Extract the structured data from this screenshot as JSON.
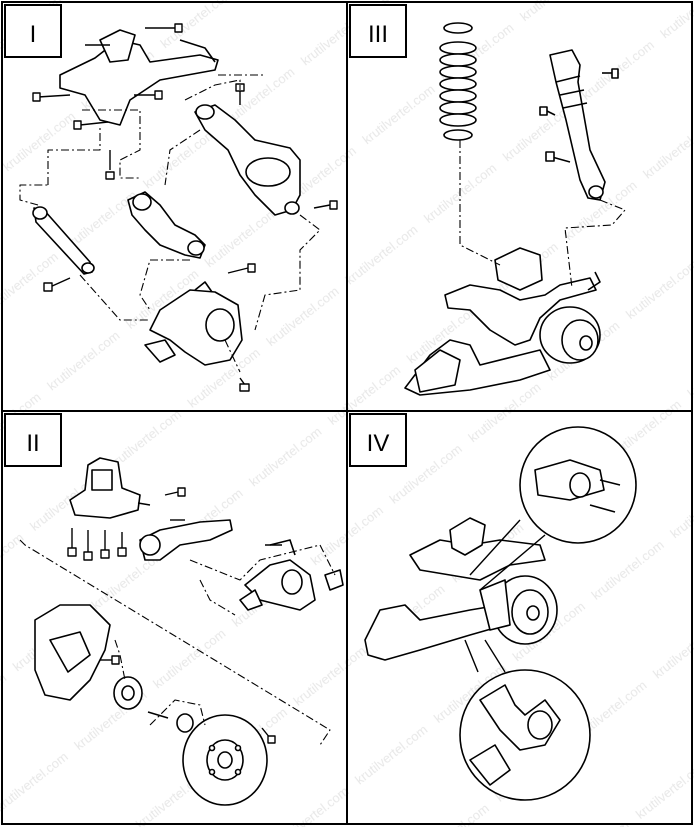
{
  "figure": {
    "panels": [
      {
        "id": "I"
      },
      {
        "id": "III"
      },
      {
        "id": "II"
      },
      {
        "id": "IV"
      }
    ],
    "watermark": "krutilvertel.com"
  },
  "colors": {
    "line": "#000000",
    "background": "#ffffff",
    "watermark": "#cfcfcf"
  }
}
